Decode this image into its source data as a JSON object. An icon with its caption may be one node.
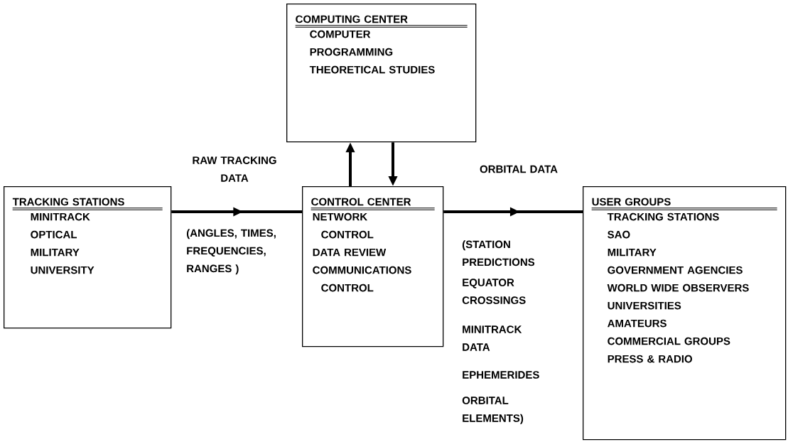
{
  "diagram": {
    "nodes": [
      {
        "text": [
          "COMPUTING CENTER",
          "COMPUTER",
          "PROGRAMMING",
          "THEORETICAL STUDIES"
        ]
      },
      {
        "text": [
          "TRACKING STATIONS",
          "MINITRACK",
          "OPTICAL",
          "MILITARY",
          "UNIVERSITY"
        ]
      },
      {
        "text": [
          "CONTROL CENTER",
          "NETWORK CONTROL",
          "DATA REVIEW",
          "COMMUNICATIONS CONTROL"
        ]
      },
      {
        "text": [
          "USER GROUPS",
          "TRACKING STATIONS",
          "SAO",
          "MILITARY",
          "GOVERNMENT AGENCIES",
          "WORLD WIDE OBSERVERS",
          "UNIVERSITIES",
          "AMATEURS",
          "COMMERCIAL GROUPS",
          "PRESS & RADIO"
        ]
      }
    ],
    "edges": [
      {
        "from": 2,
        "to": 0,
        "arrow": "to"
      },
      {
        "from": 0,
        "to": 2,
        "arrow": "to"
      },
      {
        "from": 1,
        "to": 2,
        "arrow": "to",
        "label": "RAW TRACKING DATA"
      },
      {
        "from": 2,
        "to": 3,
        "arrow": "to",
        "label": "ORBITAL DATA"
      }
    ],
    "labels": [
      "(ANGLES, TIMES, FREQUENCIES, RANGES )",
      "(STATION PREDICTIONS",
      "EQUATOR CROSSINGS",
      "MINITRACK DATA",
      "EPHEMERIDES",
      "ORBITAL ELEMENTS)"
    ]
  }
}
